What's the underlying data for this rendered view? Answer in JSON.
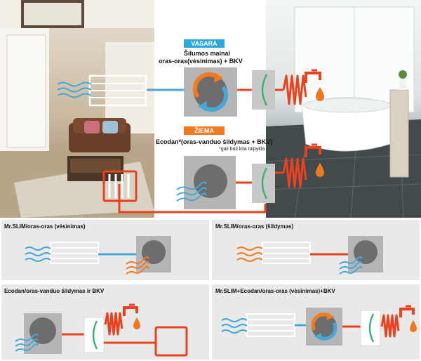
{
  "colors": {
    "hot": "#e8421e",
    "cold": "#46a8d8",
    "unit_gray": "#b5b5b5",
    "fan_gray": "#6d6d6d",
    "badge_summer": "#2aa7dc",
    "badge_winter": "#f47a20",
    "valve_green": "#3fb27a",
    "drop_orange": "#f07820",
    "panel_bg": "#e9e9e9"
  },
  "header": {
    "summer_badge": "VASARA",
    "summer_title_line1": "Šilumos mainai",
    "summer_title_line2": "oras-oras(vėsinimas) + BKV",
    "winter_badge": "ŽIEMA",
    "winter_title": "Ecodan*(oras-vanduo šildymas + BKV)",
    "winter_note": "*gali būti kita talpykla"
  },
  "panels": [
    {
      "title": "Mr.SLIM/oras-oras (vėsinimas)"
    },
    {
      "title": "Mr.SLIM/oras-oras (šildymas)"
    },
    {
      "title": "Ecodan/oras-vanduo šildymas ir BKV"
    },
    {
      "title": "Mr.SLIM+Ecodan/oras-oras (vėsinimas)+BKV"
    }
  ],
  "icons": {
    "indoor_unit": "indoor-ac-unit-icon",
    "outdoor_unit": "outdoor-heat-pump-icon",
    "valve": "valve-icon",
    "tap": "tap-icon",
    "radiator": "radiator-icon",
    "drop": "water-drop-icon",
    "air": "air-wave-icon"
  }
}
